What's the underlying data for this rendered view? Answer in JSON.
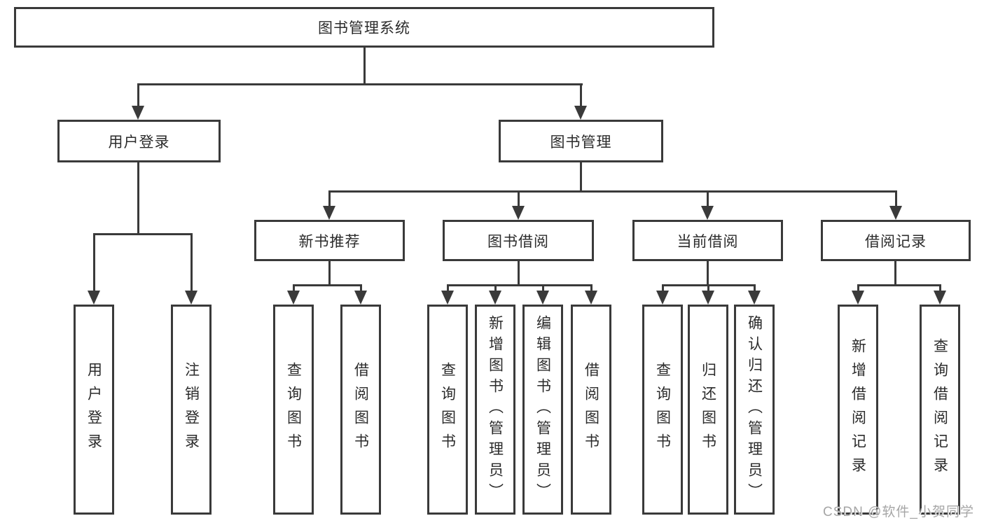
{
  "colors": {
    "line": "#3a3a3a",
    "text": "#2b2b2b",
    "watermark_gray": "#a6a6a6",
    "background": "#ffffff"
  },
  "tree": {
    "root": "图书管理系统",
    "children": [
      {
        "label": "用户登录",
        "children": [
          {
            "label": "用户登录"
          },
          {
            "label": "注销登录"
          }
        ]
      },
      {
        "label": "图书管理",
        "children": [
          {
            "label": "新书推荐",
            "children": [
              {
                "label": "查询图书"
              },
              {
                "label": "借阅图书"
              }
            ]
          },
          {
            "label": "图书借阅",
            "children": [
              {
                "label": "查询图书"
              },
              {
                "label": "新增图书（管理员）"
              },
              {
                "label": "编辑图书（管理员）"
              },
              {
                "label": "借阅图书"
              }
            ]
          },
          {
            "label": "当前借阅",
            "children": [
              {
                "label": "查询图书"
              },
              {
                "label": "归还图书"
              },
              {
                "label": "确认归还（管理员）"
              }
            ]
          },
          {
            "label": "借阅记录",
            "children": [
              {
                "label": "新增借阅记录"
              },
              {
                "label": "查询借阅记录"
              }
            ]
          }
        ]
      }
    ]
  },
  "watermark": {
    "text": "CSDN @软件_小贺同学"
  }
}
